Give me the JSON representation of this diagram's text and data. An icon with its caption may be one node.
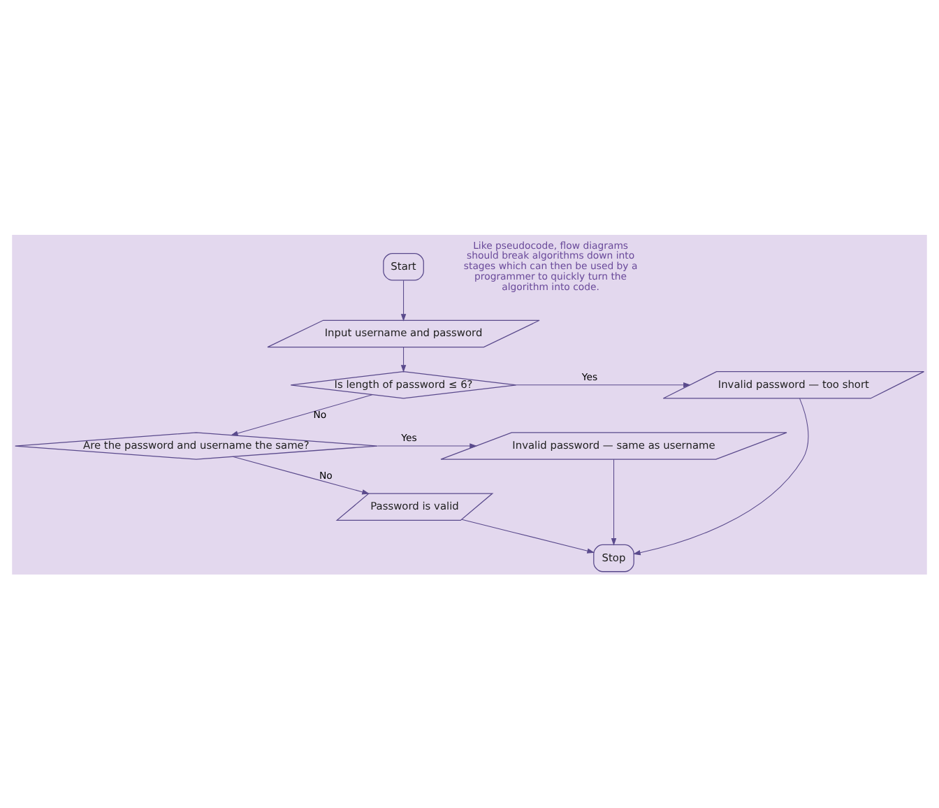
{
  "diagram": {
    "nodes": [
      {
        "text": [
          "Start"
        ]
      },
      {
        "text": [
          "Input username and password"
        ]
      },
      {
        "text": [
          "Is length of password ≤ 6?"
        ]
      },
      {
        "text": [
          "Invalid password — too short"
        ]
      },
      {
        "text": [
          "Are the password and username the same?"
        ]
      },
      {
        "text": [
          "Invalid password — same as username"
        ]
      },
      {
        "text": [
          "Password is valid"
        ]
      },
      {
        "text": [
          "Stop"
        ]
      }
    ],
    "edges": [
      {
        "from": 0,
        "to": 1,
        "arrow": "to"
      },
      {
        "from": 1,
        "to": 2,
        "arrow": "to"
      },
      {
        "from": 2,
        "to": 3,
        "arrow": "to",
        "label": "Yes"
      },
      {
        "from": 2,
        "to": 4,
        "arrow": "to",
        "label": "No"
      },
      {
        "from": 4,
        "to": 5,
        "arrow": "to",
        "label": "Yes"
      },
      {
        "from": 4,
        "to": 6,
        "arrow": "to",
        "label": "No"
      },
      {
        "from": 3,
        "to": 7,
        "arrow": "to"
      },
      {
        "from": 5,
        "to": 7,
        "arrow": "to"
      },
      {
        "from": 6,
        "to": 7,
        "arrow": "to"
      }
    ],
    "labels": [
      "Like pseudocode, flow diagrams should break algorithms down into stages which can then be used by a programmer to quickly turn the algorithm into code."
    ]
  }
}
